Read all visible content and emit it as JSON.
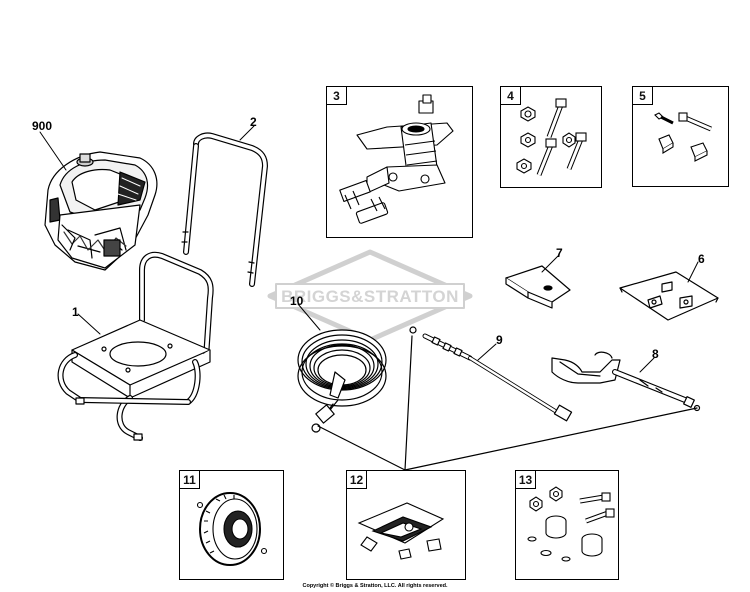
{
  "watermark": "BRIGGS&STRATTON",
  "copyright": "Copyright © Briggs & Stratton, LLC. All rights reserved.",
  "callouts": {
    "c900": "900",
    "c1": "1",
    "c2": "2",
    "c6": "6",
    "c7": "7",
    "c8": "8",
    "c9": "9",
    "c10": "10"
  },
  "kits": {
    "k3": "3",
    "k4": "4",
    "k5": "5",
    "k11": "11",
    "k12": "12",
    "k13": "13"
  },
  "colors": {
    "line": "#000000",
    "watermark": "#d6d6d6",
    "background": "#ffffff"
  }
}
